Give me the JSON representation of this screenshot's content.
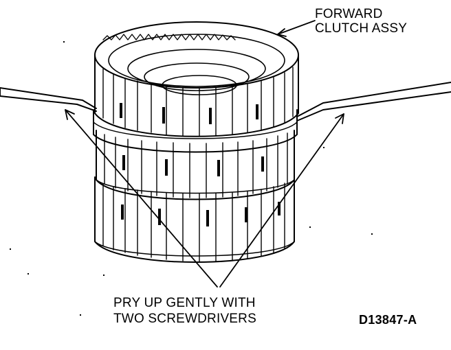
{
  "labels": {
    "forward_clutch": [
      "FORWARD",
      "CLUTCH ASSY"
    ],
    "instruction": [
      "PRY UP GENTLY WITH",
      "TWO SCREWDRIVERS"
    ],
    "figure_id": "D13847-A"
  },
  "colors": {
    "ink": "#000000",
    "paper": "#ffffff"
  }
}
